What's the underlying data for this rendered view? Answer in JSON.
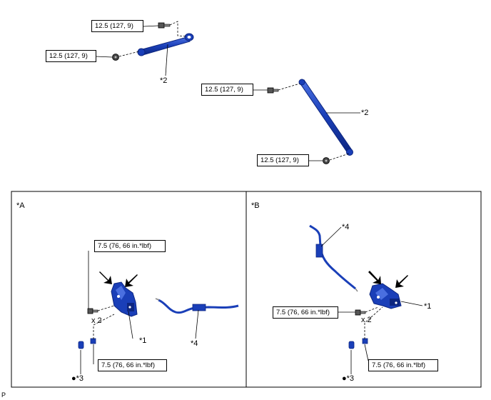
{
  "top": {
    "torque_rod_a_upper": "12.5 (127, 9)",
    "torque_rod_a_lower": "12.5 (127, 9)",
    "torque_rod_b_upper": "12.5 (127, 9)",
    "torque_rod_b_lower": "12.5 (127, 9)",
    "part_label_rod_a": "*2",
    "part_label_rod_b": "*2"
  },
  "panel_a": {
    "title": "*A",
    "torque_upper": "7.5 (76, 66 in.*lbf)",
    "torque_lower": "7.5 (76, 66 in.*lbf)",
    "qty": "x 2",
    "part_label_lock": "*1",
    "part_label_cable": "*4",
    "part_label_pin": "●*3"
  },
  "panel_b": {
    "title": "*B",
    "torque_upper": "7.5 (76, 66 in.*lbf)",
    "torque_lower": "7.5 (76, 66 in.*lbf)",
    "qty": "x 2",
    "part_label_lock": "*1",
    "part_label_cable": "*4",
    "part_label_pin": "●*3"
  },
  "corner_mark": "P",
  "colors": {
    "part_blue": "#1a3fb8",
    "part_dark": "#0d2680",
    "line": "#000000"
  }
}
